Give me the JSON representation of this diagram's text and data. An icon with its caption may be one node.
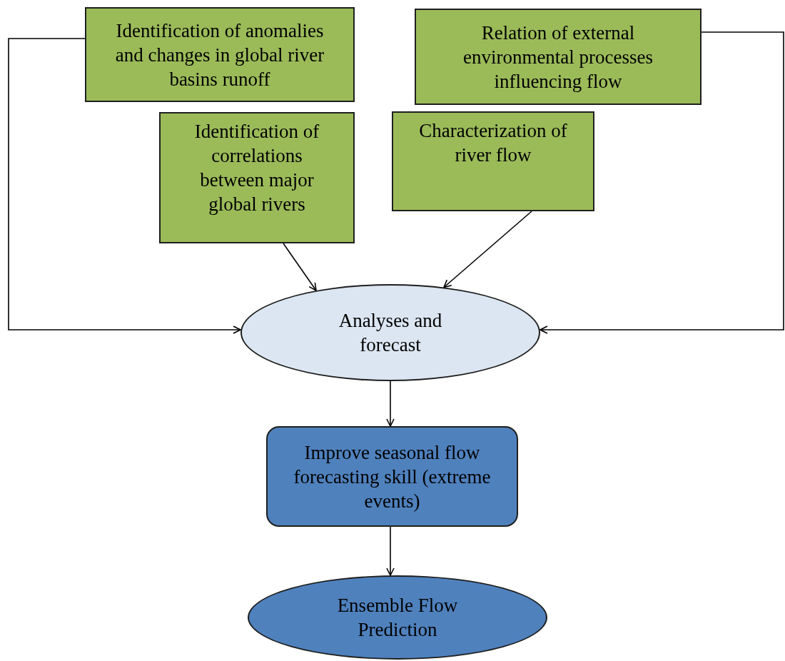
{
  "diagram": {
    "nodes": [
      {
        "text": [
          "Identification of anomalies and changes in global river basins runoff"
        ]
      },
      {
        "text": [
          "Relation of external environmental processes influencing flow"
        ]
      },
      {
        "text": [
          "Identification of correlations between major global rivers"
        ]
      },
      {
        "text": [
          "Characterization of river flow"
        ]
      },
      {
        "text": [
          "Analyses and forecast"
        ]
      },
      {
        "text": [
          "Improve seasonal flow forecasting skill (extreme events)"
        ]
      },
      {
        "text": [
          "Ensemble Flow Prediction"
        ]
      }
    ],
    "edges": [
      {
        "from": 0,
        "to": 4,
        "arrow": "to"
      },
      {
        "from": 1,
        "to": 4,
        "arrow": "to"
      },
      {
        "from": 2,
        "to": 4,
        "arrow": "to"
      },
      {
        "from": 3,
        "to": 4,
        "arrow": "to"
      },
      {
        "from": 4,
        "to": 5,
        "arrow": "to"
      },
      {
        "from": 5,
        "to": 6,
        "arrow": "to"
      }
    ]
  }
}
